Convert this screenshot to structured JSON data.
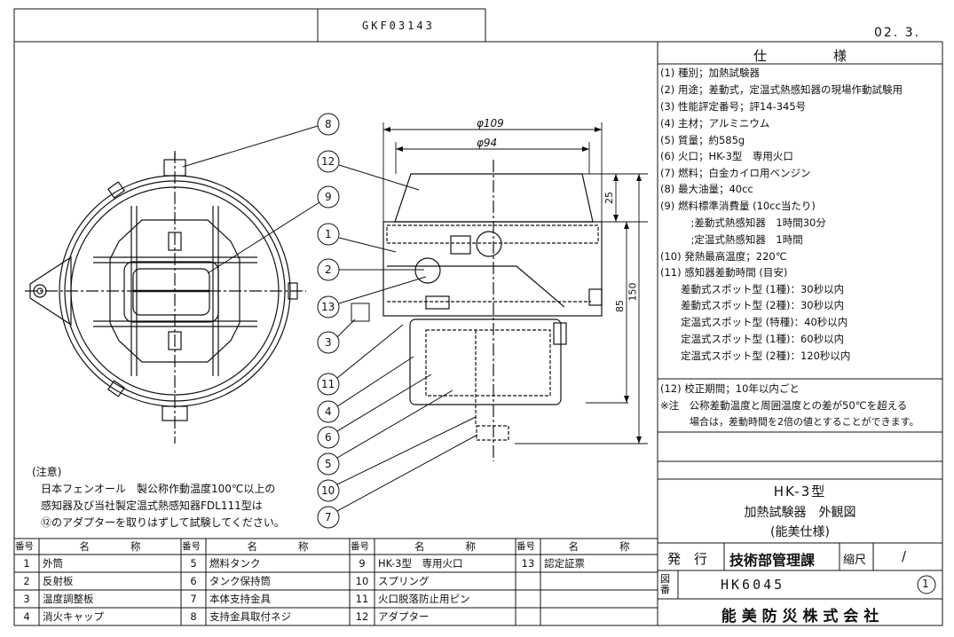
{
  "header": {
    "drawing_code": "GKF03143",
    "date": "02. 3."
  },
  "spec": {
    "title": "仕　　　　　様",
    "lines": [
      "(1) 種別；加熱試験器",
      "(2) 用途；差動式，定温式熱感知器の現場作動試験用",
      "(3) 性能評定番号；評14-345号",
      "(4) 主材；アルミニウム",
      "(5) 質量；約585g",
      "(6) 火口；HK-3型　専用火口",
      "(7) 燃料；白金カイロ用ベンジン",
      "(8) 最大油量；40cc",
      "(9) 燃料標準消費量 (10cc当たり)",
      "　　　;差動式熱感知器　1時間30分",
      "　　　;定温式熱感知器　1時間",
      "(10) 発熱最高温度；220℃",
      "(11) 感知器差動時間 (目安)",
      "　　差動式スポット型 (1種)：30秒以内",
      "　　差動式スポット型 (2種)：30秒以内",
      "　　定温式スポット型 (特種)：40秒以内",
      "　　定温式スポット型 (1種)：60秒以内",
      "　　定温式スポット型 (2種)：120秒以内",
      "",
      "(12) 校正期間；10年以内ごと",
      "※注　公称差動温度と周囲温度との差が50℃を超える",
      "　　　場合は，差動時間を2倍の値とすることができます。"
    ]
  },
  "title_block": {
    "model": "HK-3型",
    "name": "加熱試験器　外観図",
    "spec_type": "(能美仕様)",
    "issue_label": "発　行",
    "issue_dept": "技術部管理課",
    "scale_label": "縮尺",
    "scale_value": "/",
    "drawing_no_label": "図番",
    "drawing_no": "HK6045",
    "revision": "1",
    "company": "能 美 防 災 株 式 会 社"
  },
  "note": {
    "heading": "(注意)",
    "lines": [
      "日本フェンオール　製公称作動温度100℃以上の",
      "感知器及び当社製定温式熱感知器FDL111型は",
      "⑫のアダプターを取りはずして試験してください。"
    ]
  },
  "dimensions": {
    "outer_dia": "φ109",
    "inner_dia": "φ94",
    "d25": "25",
    "d85": "85",
    "d150": "150"
  },
  "callouts": [
    "8",
    "9",
    "12",
    "1",
    "2",
    "13",
    "3",
    "11",
    "4",
    "6",
    "5",
    "10",
    "7"
  ],
  "parts_table": {
    "col_no": "番号",
    "col_name": "名　　　　称",
    "rows": [
      [
        {
          "no": "1",
          "name": "外筒"
        },
        {
          "no": "5",
          "name": "燃料タンク"
        },
        {
          "no": "9",
          "name": "HK-3型　専用火口"
        },
        {
          "no": "13",
          "name": "認定証票"
        }
      ],
      [
        {
          "no": "2",
          "name": "反射板"
        },
        {
          "no": "6",
          "name": "タンク保持筒"
        },
        {
          "no": "10",
          "name": "スプリング"
        },
        {
          "no": "",
          "name": ""
        }
      ],
      [
        {
          "no": "3",
          "name": "温度調整板"
        },
        {
          "no": "7",
          "name": "本体支持金具"
        },
        {
          "no": "11",
          "name": "火口脱落防止用ピン"
        },
        {
          "no": "",
          "name": ""
        }
      ],
      [
        {
          "no": "4",
          "name": "消火キャップ"
        },
        {
          "no": "8",
          "name": "支持金具取付ネジ"
        },
        {
          "no": "12",
          "name": "アダプター"
        },
        {
          "no": "",
          "name": ""
        }
      ]
    ]
  }
}
